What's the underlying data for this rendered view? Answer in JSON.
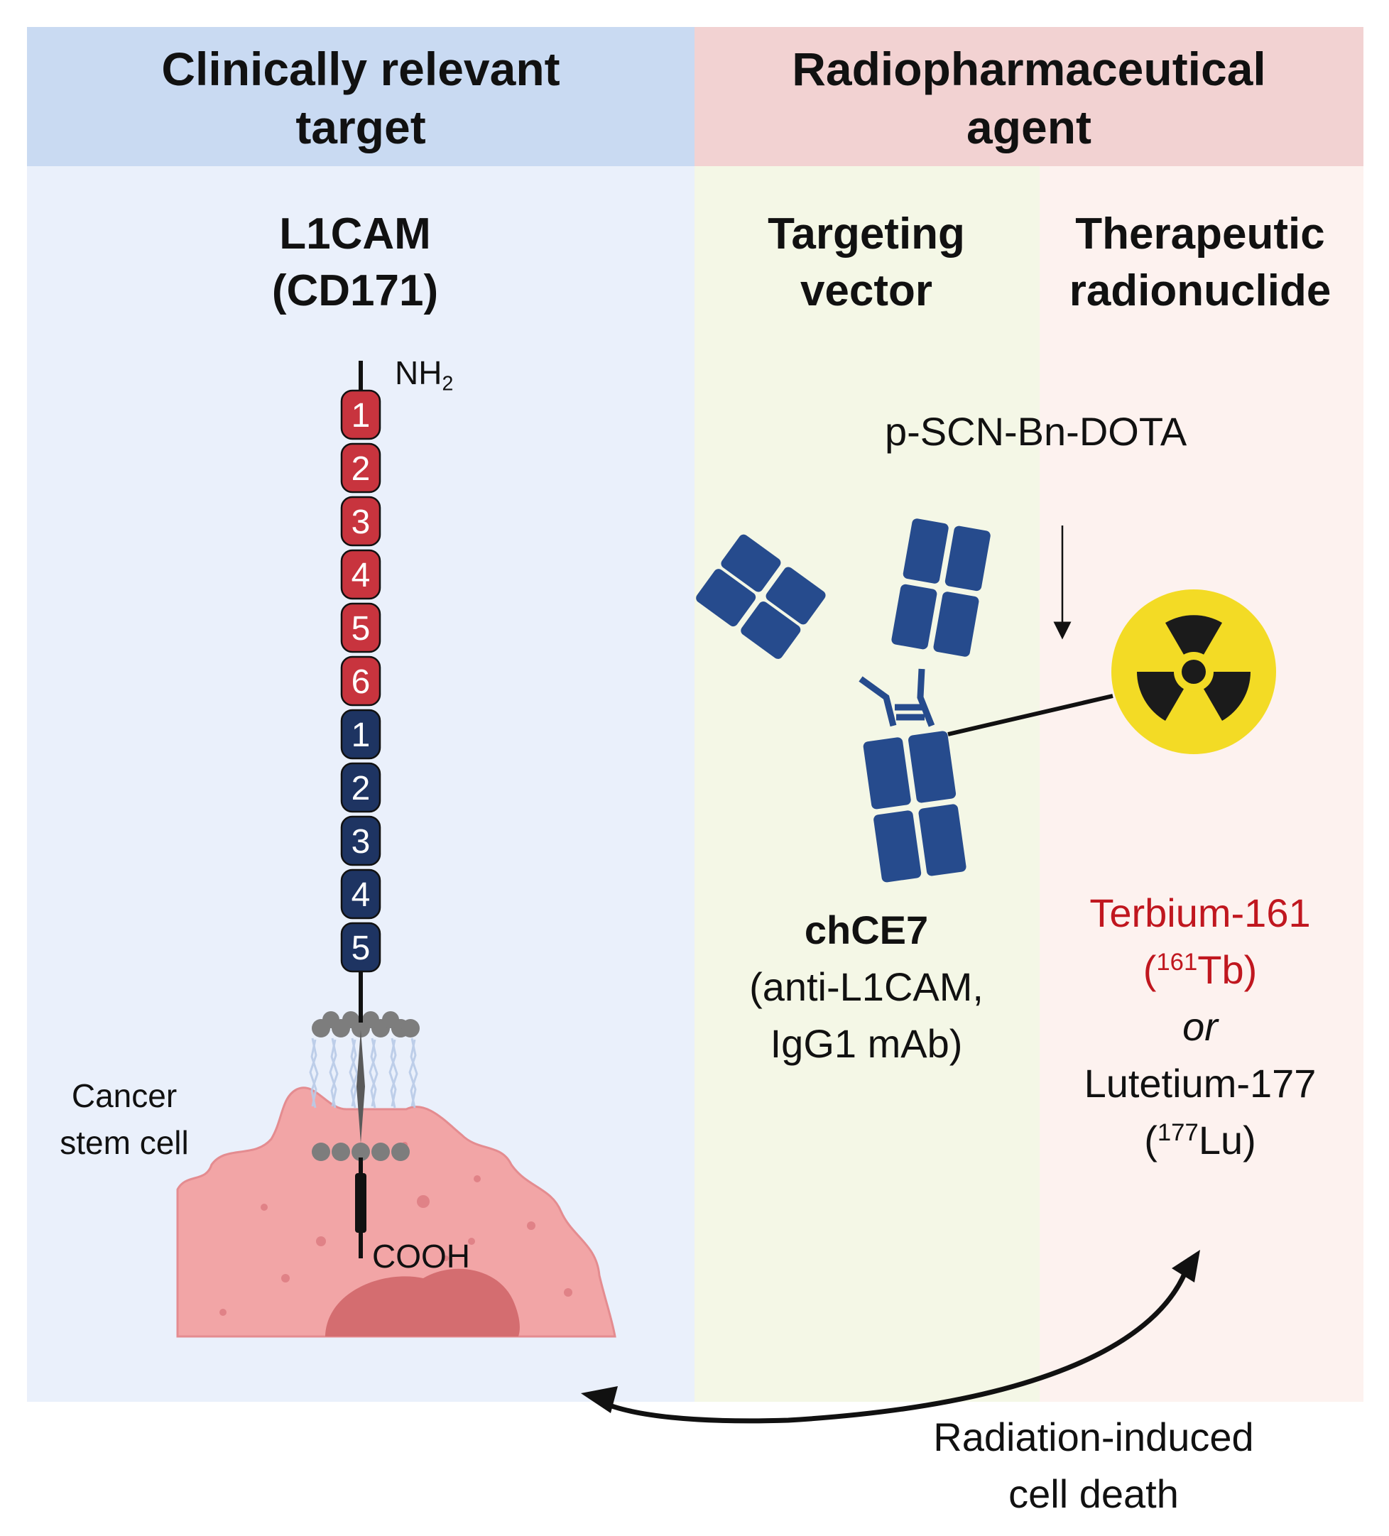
{
  "left_panel": {
    "header": {
      "line1": "Clinically  relevant",
      "line2": "target"
    },
    "target": {
      "name": "L1CAM",
      "alias": "(CD171)"
    },
    "terminus_n": {
      "base": "NH",
      "subscript": "2"
    },
    "terminus_c": "COOH",
    "ig_domains": [
      "1",
      "2",
      "3",
      "4",
      "5",
      "6"
    ],
    "fn3_domains": [
      "1",
      "2",
      "3",
      "4",
      "5"
    ],
    "cell_label": {
      "line1": "Cancer",
      "line2": "stem cell"
    }
  },
  "right_panel": {
    "header": {
      "line1": "Radiopharmaceutical",
      "line2": "agent"
    },
    "vector_column": {
      "title_line1": "Targeting",
      "title_line2": "vector",
      "antibody_name": "chCE7",
      "antibody_desc_line1": "(anti-L1CAM,",
      "antibody_desc_line2": "IgG1 mAb)"
    },
    "nuclide_column": {
      "title_line1": "Therapeutic",
      "title_line2": "radionuclide",
      "chelator": "p-SCN-Bn-DOTA",
      "option1_name": "Terbium-161",
      "option1_mass": "161",
      "option1_symbol": "Tb",
      "conjunction": "or",
      "option2_name": "Lutetium-177",
      "option2_mass": "177",
      "option2_symbol": "Lu"
    }
  },
  "outcome": {
    "line1": "Radiation-induced",
    "line2": "cell death"
  },
  "colors": {
    "left_header_bg": "#c9daf2",
    "left_panel_bg": "#eaf0fb",
    "right_header_bg": "#f2d2d2",
    "vector_bg": "#f4f7e6",
    "nuclide_bg": "#fdf2ef",
    "ig_domain": "#c8343e",
    "fn3_domain": "#1e3462",
    "antibody": "#264b8d",
    "cell": "#f2a5a6",
    "nucleus": "#d46d70",
    "radiation_yellow": "#f3db25",
    "terbium_text": "#c0171f"
  }
}
